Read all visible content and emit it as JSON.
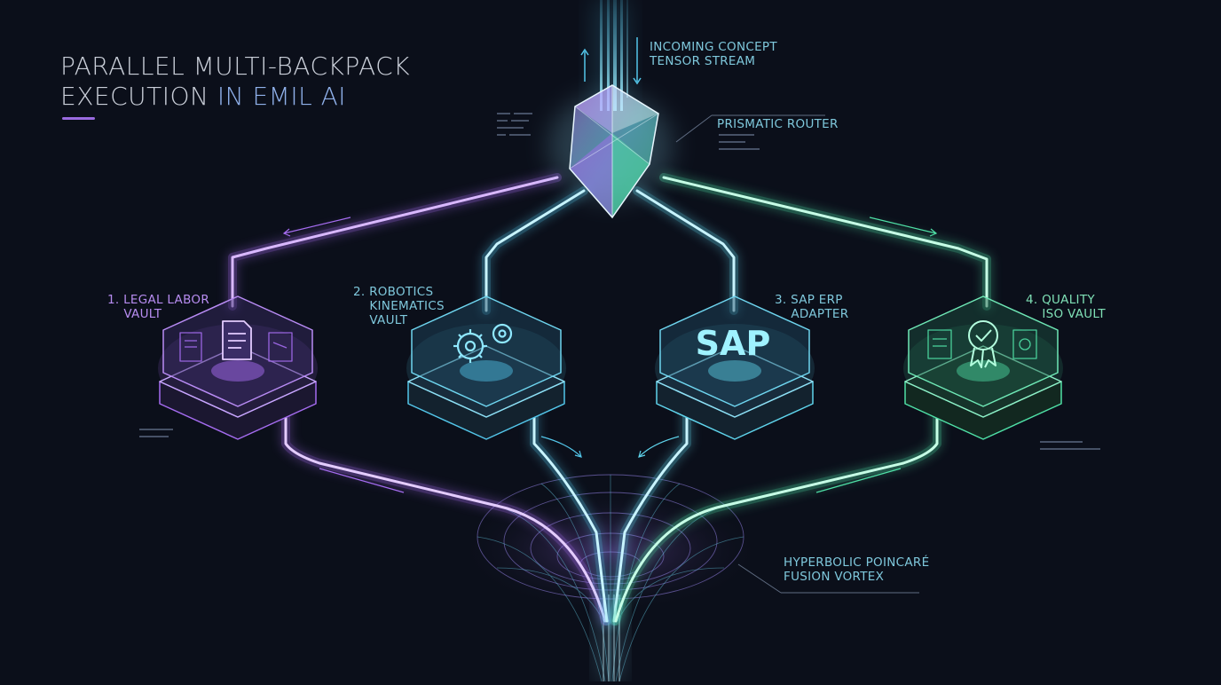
{
  "title": {
    "line1": "PARALLEL MULTI-BACKPACK",
    "line2_prefix": "EXECUTION ",
    "line2_accent": "IN EMIL AI"
  },
  "labels": {
    "incoming": "INCOMING CONCEPT\nTENSOR STREAM",
    "router": "PRISMATIC ROUTER",
    "vortex": "HYPERBOLIC POINCARÉ\nFUSION VORTEX"
  },
  "vaults": [
    {
      "label": "1. LEGAL LABOR\n    VAULT",
      "color": "#a56cf0",
      "icon": "document-icon"
    },
    {
      "label": "2. ROBOTICS\n    KINEMATICS\n    VAULT",
      "color": "#53c6ea",
      "icon": "gears-icon"
    },
    {
      "label": "3. SAP ERP\n    ADAPTER",
      "color": "#5fd4ec",
      "icon": "sap-logo-icon",
      "logo_text": "SAP"
    },
    {
      "label": "4. QUALITY\n    ISO VAULT",
      "color": "#4fe0a6",
      "icon": "certificate-badge-icon"
    }
  ],
  "colors": {
    "background": "#0b0f1a",
    "violet": "#a56cf0",
    "cyan": "#53c6ea",
    "green": "#4fe0a6",
    "title": "#c9ced8"
  }
}
